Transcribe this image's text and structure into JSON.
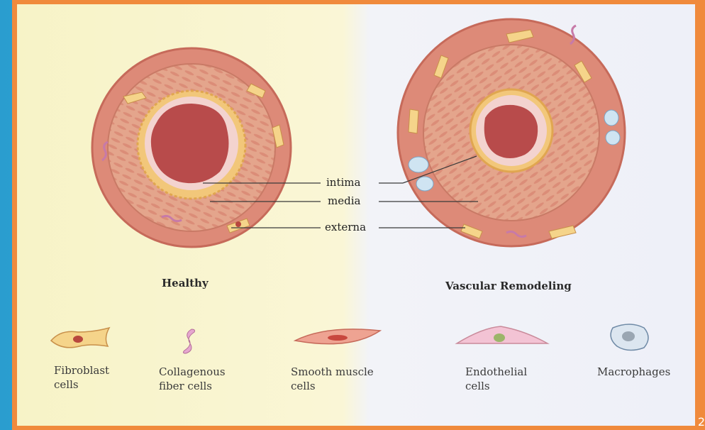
{
  "layers": {
    "intima": "intima",
    "media": "media",
    "externa": "externa"
  },
  "panels": {
    "healthy_title": "Healthy",
    "remodeling_title": "Vascular Remodeling"
  },
  "legend": [
    {
      "line1": "Fibroblast",
      "line2": "cells"
    },
    {
      "line1": "Collagenous",
      "line2": "fiber cells"
    },
    {
      "line1": "Smooth muscle",
      "line2": "cells"
    },
    {
      "line1": "Endothelial",
      "line2": "cells"
    },
    {
      "line1": "Macrophages",
      "line2": ""
    }
  ],
  "colors": {
    "externa": "#dd8a78",
    "media": "#e3a28a",
    "intima": "#f2c77a",
    "lumen": "#b84b4b",
    "frame": "#f08a3c",
    "slide_bg": "#41b6e0"
  },
  "slide_number": "2"
}
